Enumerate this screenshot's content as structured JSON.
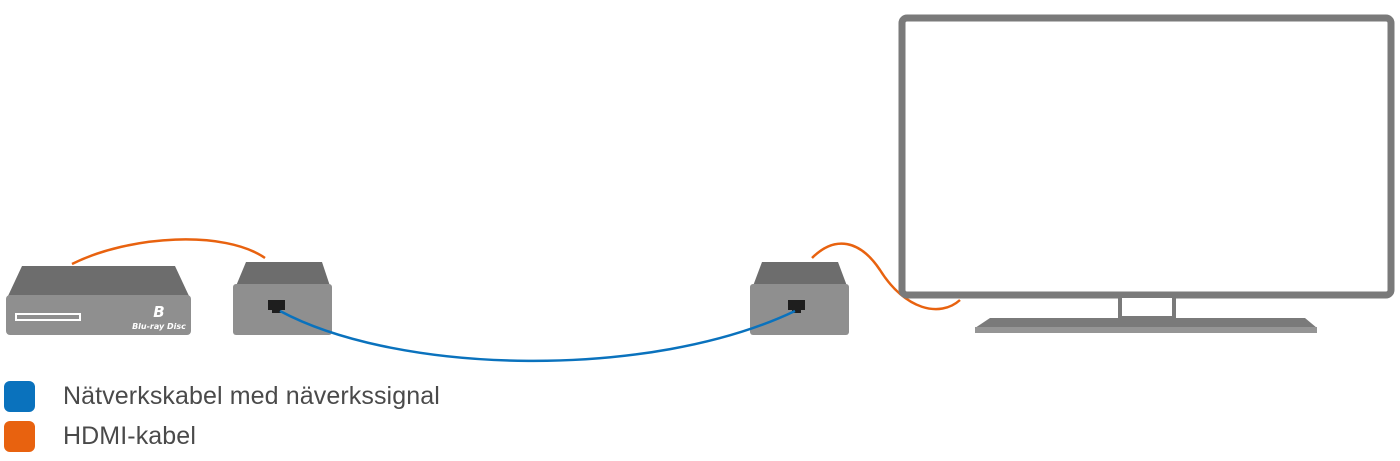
{
  "legend": [
    {
      "label": "Nätverkskabel med näverkssignal",
      "color": "#0a72bd"
    },
    {
      "label": "HDMI-kabel",
      "color": "#e8620f"
    }
  ],
  "devices": {
    "bluray_player": {
      "logo_symbol": "B",
      "logo_text": "Blu-ray Disc"
    },
    "transmitter": {
      "icon": "rj45-port-icon"
    },
    "receiver": {
      "icon": "rj45-port-icon"
    },
    "tv": {
      "icon": "monitor-icon"
    }
  },
  "colors": {
    "network_cable": "#0a72bd",
    "hdmi_cable": "#e8620f",
    "device_face": "#8f8f8f",
    "device_top": "#6d6d6d",
    "tv_frame": "#7a7a7a"
  }
}
